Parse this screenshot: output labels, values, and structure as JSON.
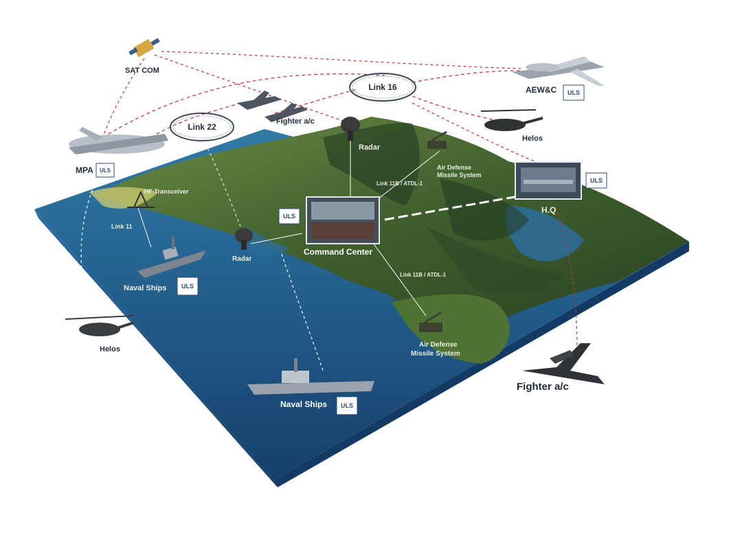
{
  "labels": {
    "sat_com": "SAT COM",
    "aewc": "AEW&C",
    "link16": "Link 16",
    "link22": "Link 22",
    "fighter_top": "Fighter a/c",
    "helos_top": "Helos",
    "mpa": "MPA",
    "radar_top": "Radar",
    "air_defense_top": "Air Defense\nMissile System",
    "link11b_top": "Link 11B / ATDL-1",
    "hq": "H.Q",
    "hf_transceiver": "HF Transceiver",
    "link11": "Link 11",
    "radar_left": "Radar",
    "command_center": "Command Center",
    "naval_ships_left": "Naval Ships",
    "link11b_bottom": "Link 11B / ATDL-1",
    "air_defense_bottom": "Air Defense\nMissile System",
    "helos_left": "Helos",
    "naval_ships_bottom": "Naval Ships",
    "fighter_right": "Fighter a/c"
  },
  "logo_text": "ULS",
  "colors": {
    "sea": "#1f5f86",
    "land": "#4b6e35",
    "ocean_side": "#1d4f7c",
    "link_red": "#c0303a",
    "link_white": "#ffffff"
  }
}
